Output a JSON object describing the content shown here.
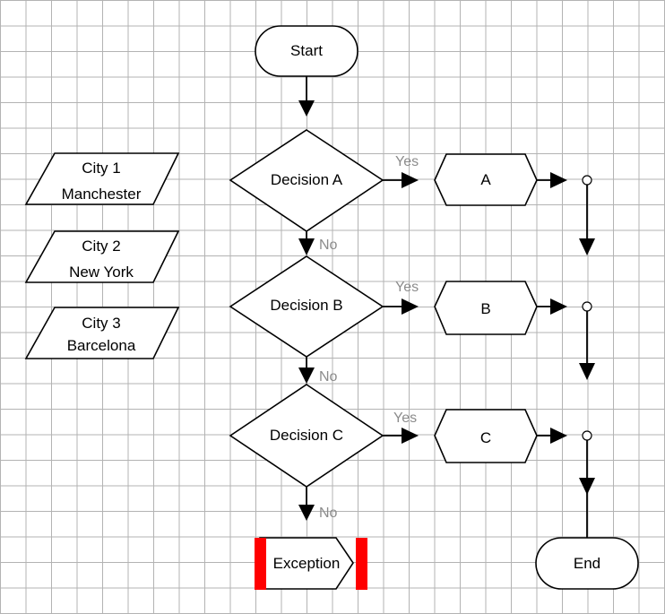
{
  "nodes": {
    "start": "Start",
    "decision_a": "Decision A",
    "decision_b": "Decision B",
    "decision_c": "Decision C",
    "process_a": "A",
    "process_b": "B",
    "process_c": "C",
    "exception": "Exception",
    "end": "End"
  },
  "cities": [
    {
      "line1": "City 1",
      "line2": "Manchester"
    },
    {
      "line1": "City 2",
      "line2": "New York"
    },
    {
      "line1": "City 3",
      "line2": "Barcelona"
    }
  ],
  "edge_labels": {
    "yes_a": "Yes",
    "yes_b": "Yes",
    "yes_c": "Yes",
    "no_a": "No",
    "no_b": "No",
    "no_c": "No"
  },
  "colors": {
    "grid": "#b3b3b3",
    "edge_label": "#8c8c8c",
    "exception_bar": "#ff0000"
  }
}
